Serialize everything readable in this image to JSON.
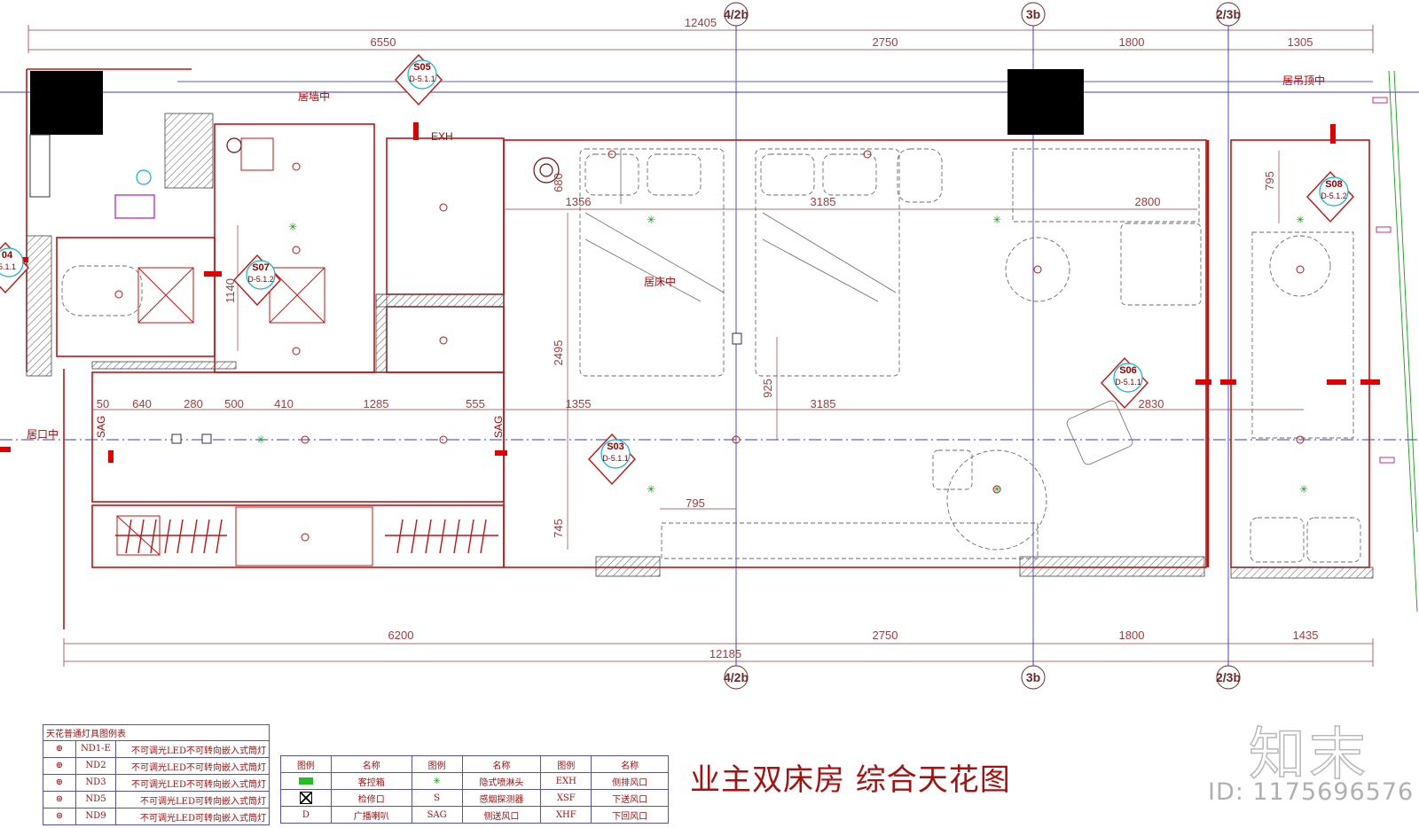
{
  "drawing": {
    "title": "业主双床房 综合天花图",
    "brand_mark": "知末",
    "id_text": "ID: 1175696576"
  },
  "grid": {
    "axes": [
      "4/2b",
      "3b",
      "2/3b"
    ]
  },
  "dimensions": {
    "top_total": "12405",
    "top": [
      "6550",
      "2750",
      "1800",
      "1305"
    ],
    "bottom": [
      "6200",
      "2750",
      "1800",
      "1435"
    ],
    "bottom_total": "12185",
    "corridor": [
      "50",
      "640",
      "280",
      "500",
      "410",
      "1285",
      "555"
    ],
    "room": [
      "1355",
      "3185",
      "2830"
    ],
    "room_top": [
      "1356",
      "3185",
      "2800"
    ],
    "vertical": [
      "2495",
      "745",
      "925",
      "1140",
      "795",
      "680"
    ],
    "other": [
      "795"
    ]
  },
  "labels": {
    "center_living": "居墙中",
    "center_bed": "居床中",
    "center_ceiling": "居吊顶中",
    "center_door": "居口中",
    "exh": "EXH",
    "sag": "SAG"
  },
  "sections": [
    {
      "tag": "S05",
      "ref": "D-5.1.1"
    },
    {
      "tag": "S07",
      "ref": "D-5.1.2"
    },
    {
      "tag": "S03",
      "ref": "D-5.1.1"
    },
    {
      "tag": "S06",
      "ref": "D-5.1.1"
    },
    {
      "tag": "S08",
      "ref": "D-5.1.2"
    },
    {
      "tag": "04",
      "ref": "5.1.1"
    }
  ],
  "legend_fixtures": {
    "heading": "天花普通灯具图例表",
    "rows": [
      {
        "code": "ND1-E",
        "desc": "不可调光LED不可转向嵌入式筒灯"
      },
      {
        "code": "ND2",
        "desc": "不可调光LED不可转向嵌入式筒灯"
      },
      {
        "code": "ND3",
        "desc": "不可调光LED不可转向嵌入式筒灯"
      },
      {
        "code": "ND5",
        "desc": "不可调光LED可转向嵌入式筒灯"
      },
      {
        "code": "ND9",
        "desc": "不可调光LED可转向嵌入式筒灯"
      }
    ]
  },
  "legend_symbols": {
    "headers": [
      "图例",
      "名称",
      "图例",
      "名称",
      "图例",
      "名称"
    ],
    "rows": [
      [
        "",
        "客控箱",
        "",
        "隐式喷淋头",
        "EXH",
        "侧排风口"
      ],
      [
        "",
        "检修口",
        "S",
        "感烟探测器",
        "XSF",
        "下送风口"
      ],
      [
        "D",
        "广播喇叭",
        "SAG",
        "侧送风口",
        "XHF",
        "下回风口"
      ]
    ]
  },
  "colors": {
    "wall": "#c81010",
    "grid": "#3a3ad0",
    "furniture": "#6a6a6a",
    "sprinkler": "#10a010",
    "cyan": "#00b8d0"
  }
}
